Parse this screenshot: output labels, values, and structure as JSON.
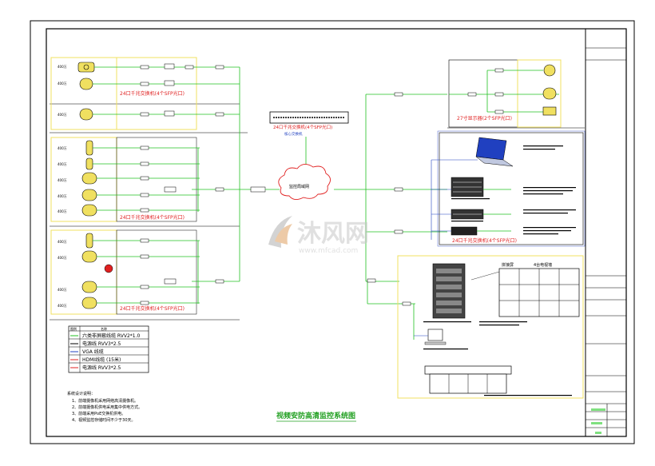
{
  "title": "视频安防高清监控系统图",
  "cloud_label": "监控局域网",
  "watermark": {
    "brand": "沐风网",
    "url": "www.mfcad.com"
  },
  "switch_labels": {
    "core": "24口千兆交换机(4个SFP光口)",
    "core_note": "核心交换机",
    "r1": "24口千兆交换机(4个SFP光口)",
    "r2": "24口千兆交换机(4个SFP光口)",
    "r3": "24口千兆交换机(4个SFP光口)",
    "right_top": "27寸显示器(2个SFP光口)",
    "storage": "24口千兆交换机(4个SFP光口)"
  },
  "camera_labels": {
    "c1": "400万",
    "c2": "400万",
    "c3": "400万",
    "c4": "400万",
    "c5": "400万",
    "c6": "400万",
    "c7": "400万",
    "c8": "400万",
    "c9": "400万",
    "c10": "400万",
    "c11": "400万",
    "c12": "400万"
  },
  "wall": {
    "title": "4台电视墙",
    "sub": "拼接屏"
  },
  "legend": {
    "header_a": "图例",
    "header_b": "名称",
    "rows": [
      "六类非屏蔽线缆 RVV2*1.0",
      "电源线 RVV3*2.5",
      "VGA 线缆",
      "HDMI线缆 (15米)",
      "电源线 RVV3*2.5"
    ]
  },
  "notes": {
    "title": "系统设计说明：",
    "items": [
      "1、前端摄像机采用网络高清摄像机。",
      "2、前端摄像机供电采用集中供电方式。",
      "3、前端采用PoE交换机供电。",
      "4、视频监控存储时间不少于30天。"
    ]
  },
  "colors": {
    "line_green": "#22c022",
    "frame": "#000000",
    "highlight": "#f0e060",
    "label_red": "#e02020",
    "device_blue": "#2040c0"
  }
}
